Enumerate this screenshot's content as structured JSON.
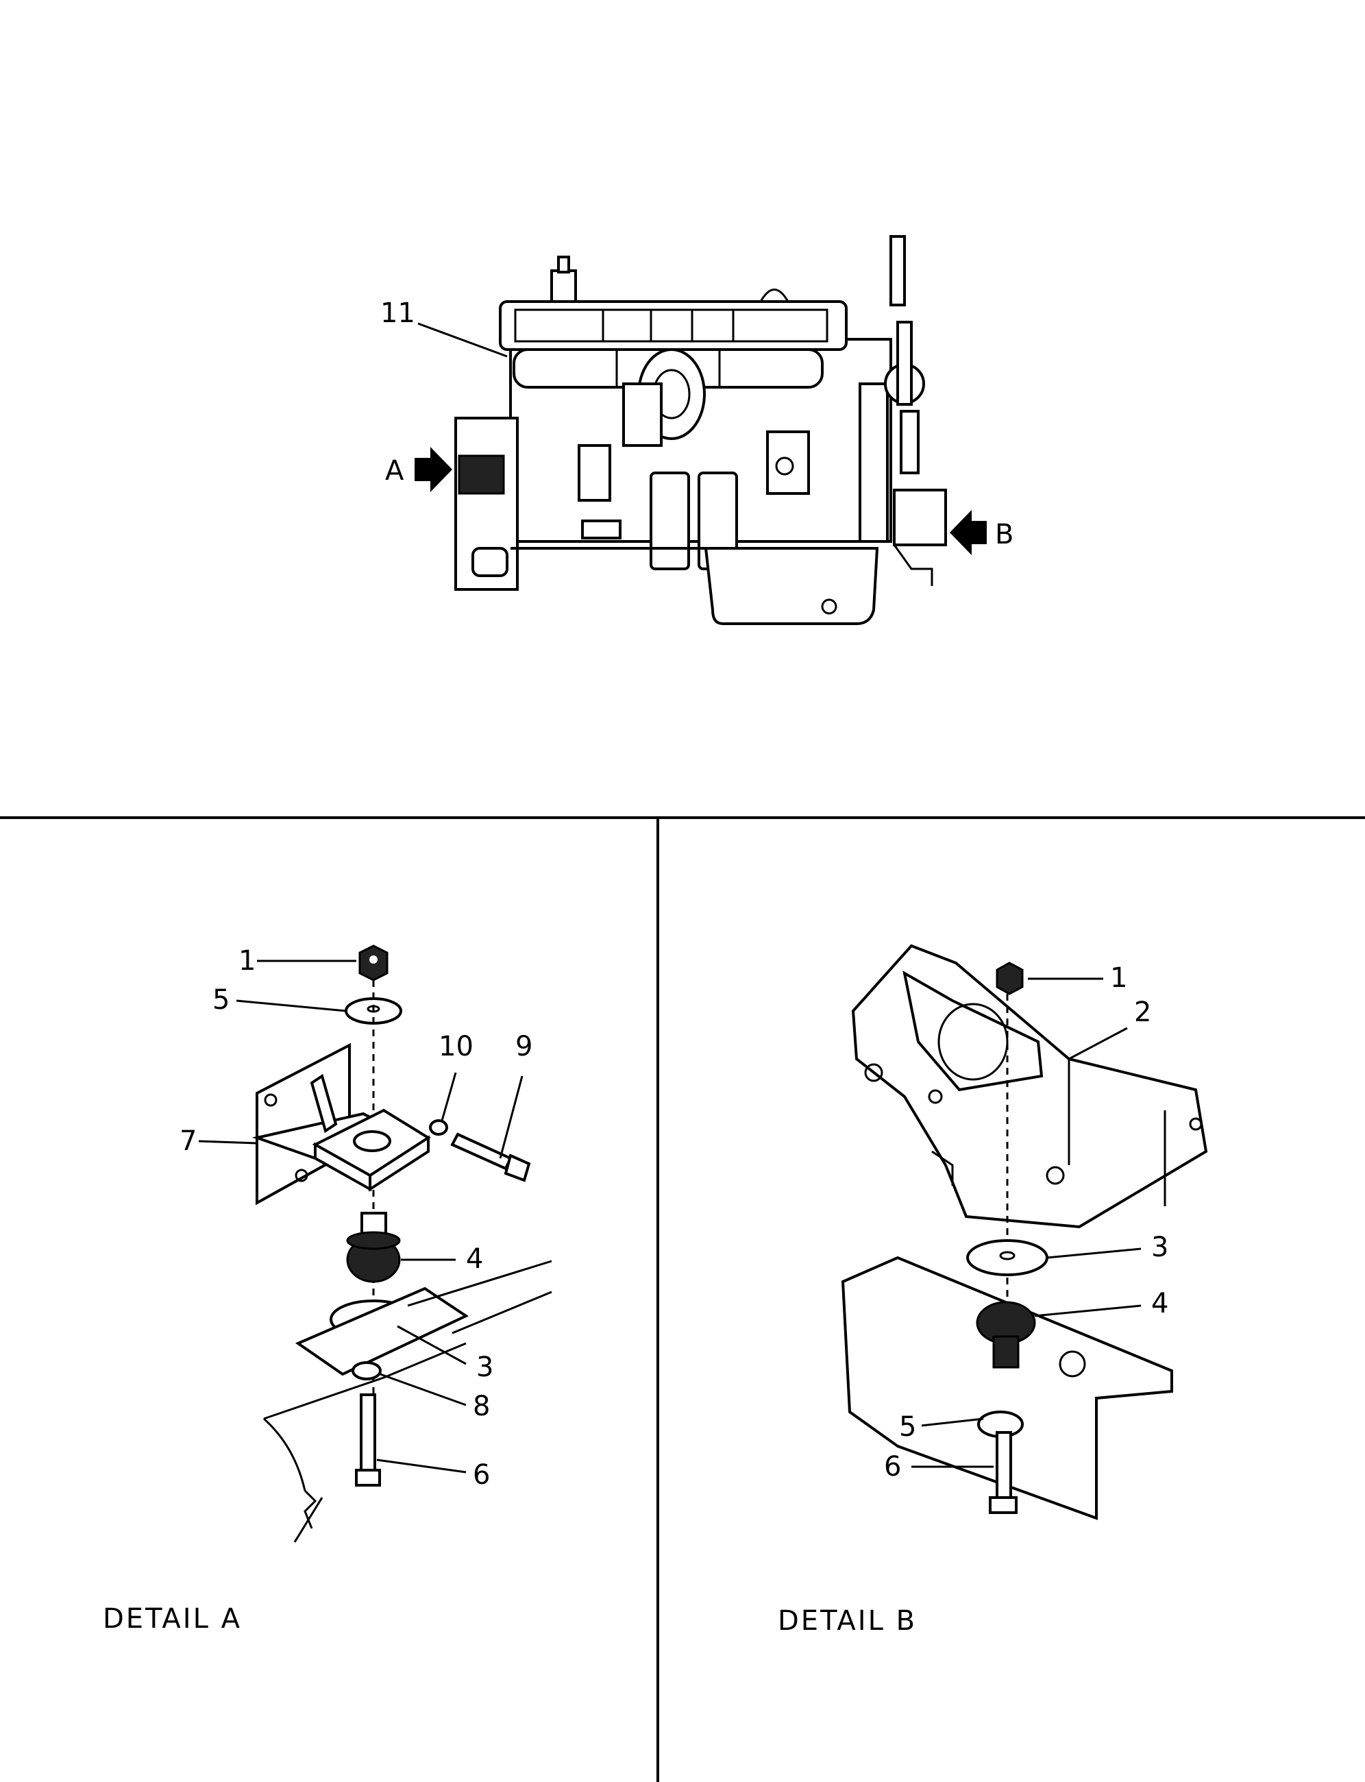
{
  "overview": {
    "callout_11": "11",
    "view_arrow_a": "A",
    "view_arrow_b": "B"
  },
  "detail_a": {
    "caption": "DETAIL  A",
    "callouts": {
      "c1": "1",
      "c5": "5",
      "c10": "10",
      "c9": "9",
      "c7": "7",
      "c4": "4",
      "c3": "3",
      "c8": "8",
      "c6": "6"
    }
  },
  "detail_b": {
    "caption": "DETAIL  B",
    "callouts": {
      "c1": "1",
      "c2": "2",
      "c3": "3",
      "c4": "4",
      "c5": "5",
      "c6": "6"
    }
  }
}
